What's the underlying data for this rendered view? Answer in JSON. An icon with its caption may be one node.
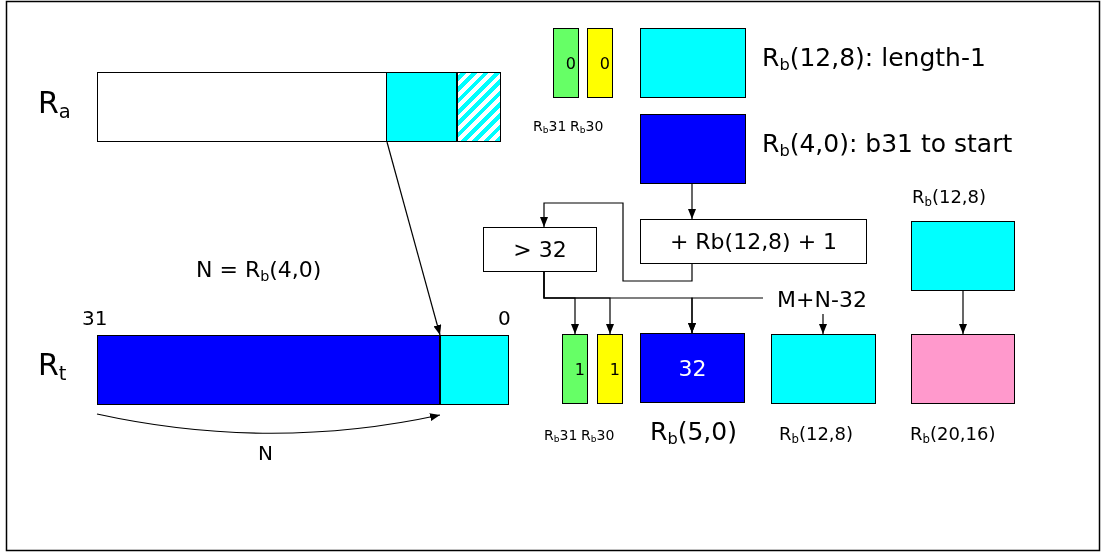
{
  "diagram": {
    "nodes": [
      {
        "text": [],
        "shape": "box",
        "beside": [
          "R$_{a}$"
        ]
      },
      {
        "text": [],
        "shape": "box",
        "in": 0
      },
      {
        "text": [],
        "shape": "box",
        "in": 0
      },
      {
        "text": [],
        "shape": "box",
        "beside": [
          "R$_{t}$"
        ]
      },
      {
        "text": [],
        "shape": "box",
        "in": 3
      },
      {
        "text": [],
        "shape": "box",
        "in": 3
      },
      {
        "text": [
          "0"
        ],
        "beside": [
          "R$_{b}$31"
        ]
      },
      {
        "text": [
          "0"
        ],
        "beside": [
          "R$_{b}$30"
        ]
      },
      {
        "text": [],
        "shape": "box",
        "beside": [
          "R$_{b}$(12,8): length-1"
        ]
      },
      {
        "text": [],
        "shape": "box",
        "beside": [
          "R$_{b}$(4,0): b31 to start"
        ]
      },
      {
        "text": [
          "+ Rb(12,8) + 1"
        ]
      },
      {
        "text": [
          "> 32"
        ]
      },
      {
        "text": [
          "1"
        ],
        "beside": [
          "R$_{b}$31"
        ]
      },
      {
        "text": [
          "1"
        ],
        "beside": [
          "R$_{b}$30"
        ]
      },
      {
        "text": [
          "32"
        ],
        "beside": [
          "R$_{b}$(5,0)"
        ]
      },
      {
        "text": [],
        "shape": "box",
        "beside": [
          "R$_{b}$(12,8)"
        ]
      },
      {
        "text": [
          "M+N-32"
        ]
      },
      {
        "text": [],
        "shape": "box",
        "beside": [
          "R$_{b}$(12,8)"
        ]
      },
      {
        "text": [],
        "shape": "box",
        "beside": [
          "R$_{b}$(20,16)"
        ]
      }
    ],
    "edges": [
      {
        "from": 1,
        "to": 5,
        "arrow": "to"
      },
      {
        "from": 9,
        "to": 10,
        "arrow": "to"
      },
      {
        "from": 10,
        "to": 11,
        "arrow": "to"
      },
      {
        "from": 11,
        "to": 12,
        "arrow": "to"
      },
      {
        "from": 11,
        "to": 13,
        "arrow": "to"
      },
      {
        "from": 11,
        "to": 14,
        "arrow": "to"
      },
      {
        "from": 16,
        "to": 14,
        "arrow": "to"
      },
      {
        "from": 16,
        "to": 15,
        "arrow": "to"
      },
      {
        "from": 17,
        "to": 18,
        "arrow": "to"
      }
    ],
    "labels": [
      "N = R$_{b}$(4,0)",
      "31",
      "0",
      "N"
    ]
  }
}
